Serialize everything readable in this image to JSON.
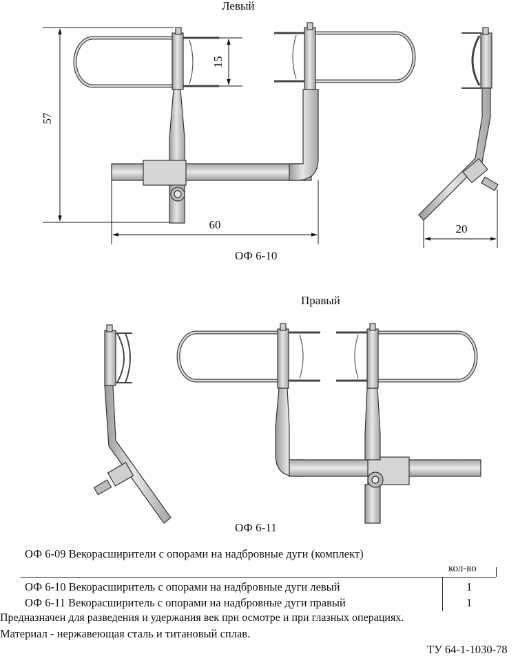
{
  "labels": {
    "left": "Левый",
    "right": "Правый",
    "caption_top": "ОФ 6-10",
    "caption_bottom": "ОФ 6-11"
  },
  "dimensions": {
    "height": "57",
    "gap": "15",
    "width": "60",
    "depth": "20"
  },
  "spec": {
    "kit_line": "ОФ 6-09  Векорасширители с опорами на надбровные дуги (комплект)",
    "qty_header": "кол-во",
    "items": [
      {
        "text": "ОФ 6-10  Векорасширитель с опорами на надбровные дуги левый",
        "qty": "1"
      },
      {
        "text": "ОФ 6-11  Векорасширитель с опорами на надбровные дуги правый",
        "qty": "1"
      }
    ],
    "purpose": "Предназначен для разведения и удержания век при осмотре и при глазных операциях.",
    "material": "Материал  -  нержавеющая сталь и титановый сплав.",
    "standard": "ТУ 64-1-1030-78"
  }
}
